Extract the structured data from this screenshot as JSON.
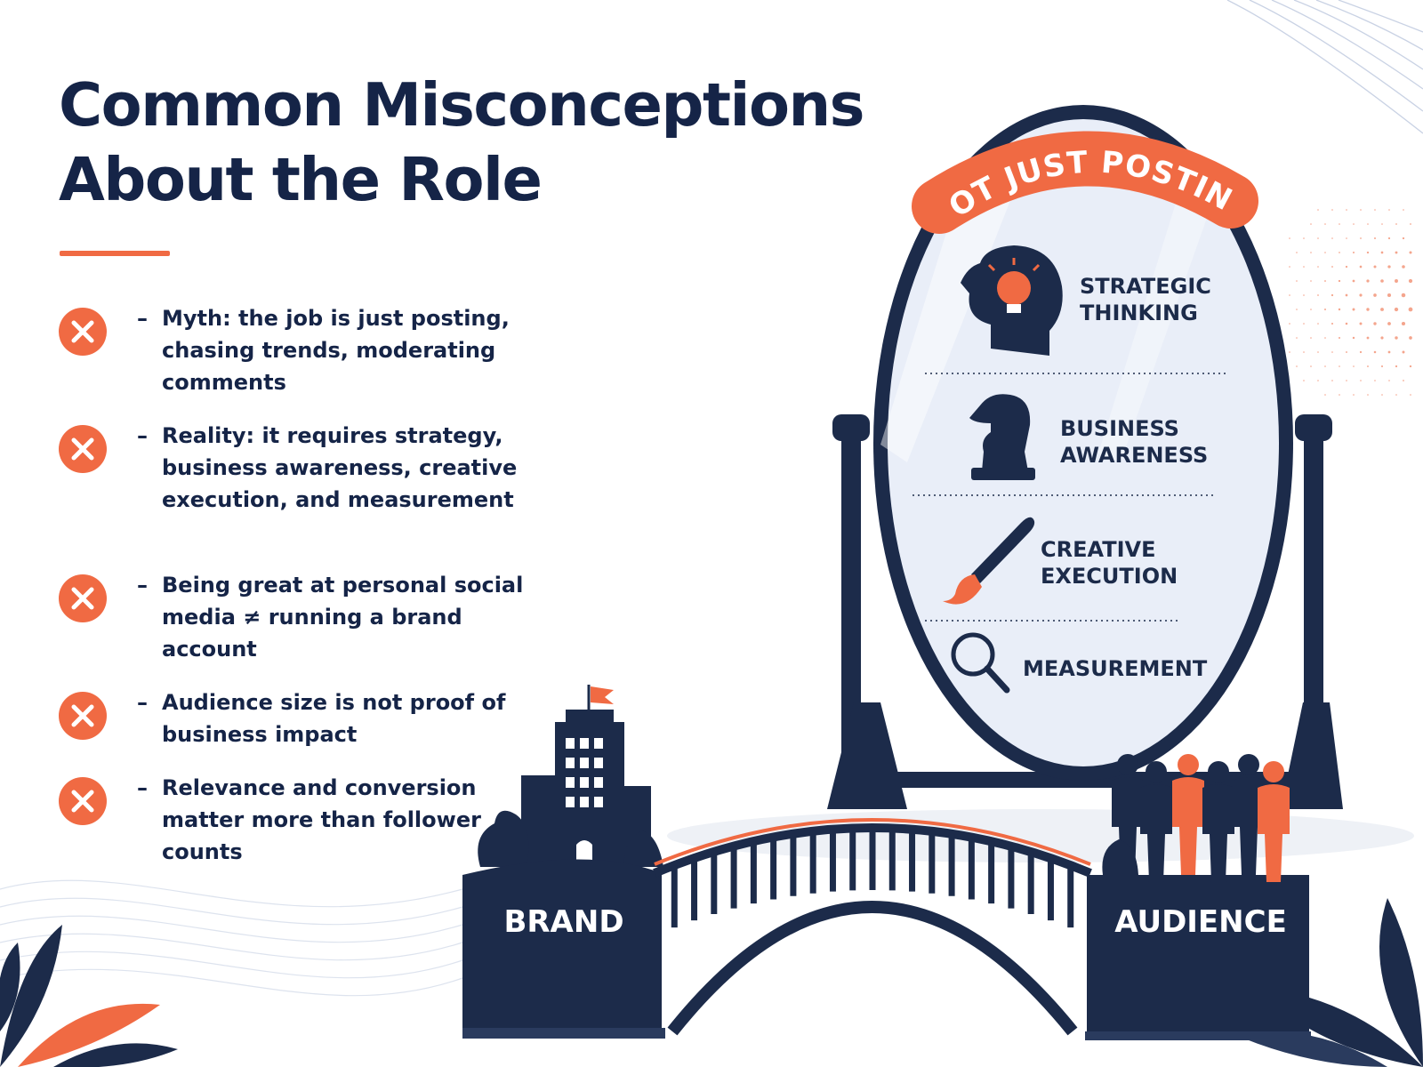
{
  "title": {
    "line1": "Common Misconceptions",
    "line2": "About the Role"
  },
  "misconceptions": [
    "Myth: the job is just posting, chasing trends, moderating comments",
    "Reality: it requires strategy, business awareness, creative execution, and measurement",
    "Being great at personal social media ≠ running a brand account",
    "Audience size is not proof of business impact",
    "Relevance and conversion matter more than follower counts"
  ],
  "dash": "–",
  "mirror": {
    "banner": "NOT JUST POSTING",
    "skills": [
      {
        "line1": "STRATEGIC",
        "line2": "THINKING",
        "icon": "lightbulb-head-icon"
      },
      {
        "line1": "BUSINESS",
        "line2": "AWARENESS",
        "icon": "chess-knight-icon"
      },
      {
        "line1": "CREATIVE",
        "line2": "EXECUTION",
        "icon": "paintbrush-icon"
      },
      {
        "line1": "MEASUREMENT",
        "line2": "",
        "icon": "magnifier-icon"
      }
    ]
  },
  "bridge": {
    "left_label": "BRAND",
    "right_label": "AUDIENCE"
  },
  "colors": {
    "navy": "#1c2b4a",
    "orange": "#f06a43",
    "mirror_glass": "#e9eef8"
  }
}
